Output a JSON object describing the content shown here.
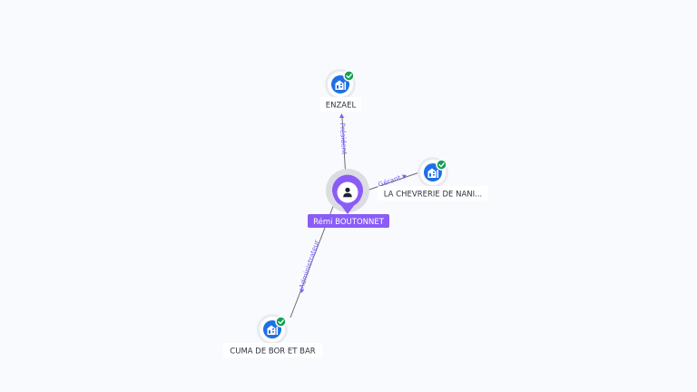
{
  "graph": {
    "person": {
      "name": "Rémi BOUTONNET",
      "icon": "person-icon",
      "color": "#8a5cf6"
    },
    "companies": [
      {
        "name": "ENZAEL",
        "icon": "building-icon",
        "status": "verified-check-icon"
      },
      {
        "name": "LA CHEVRERIE DE NANI...",
        "icon": "building-icon",
        "status": "verified-check-icon"
      },
      {
        "name": "CUMA DE BOR ET BAR",
        "icon": "building-icon",
        "status": "verified-check-icon"
      }
    ],
    "relations": [
      {
        "role": "Président",
        "target": "ENZAEL"
      },
      {
        "role": "Gérant",
        "target": "LA CHEVRERIE DE NANI..."
      },
      {
        "role": "Administrateur",
        "target": "CUMA DE BOR ET BAR"
      }
    ]
  }
}
